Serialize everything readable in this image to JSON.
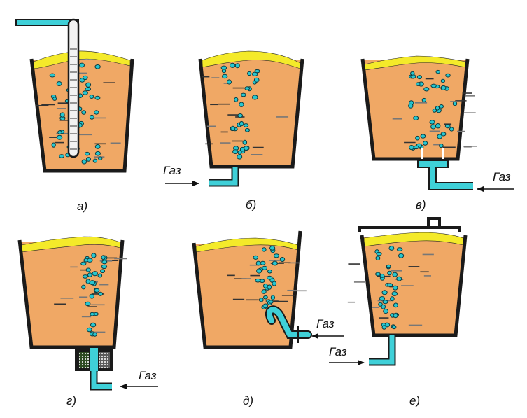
{
  "gas_label": "Газ",
  "colors": {
    "melt": "#f0a865",
    "slag": "#f4ea2a",
    "bubble": "#27c6cf",
    "pipe": "#3fd0d8",
    "wall": "#1a1a1a",
    "porous_dark": "#2d4b22"
  },
  "panels": [
    {
      "id": "a",
      "caption": "а)",
      "injection": "top lance"
    },
    {
      "id": "b",
      "caption": "б)",
      "injection": "bottom tuyere"
    },
    {
      "id": "v",
      "caption": "в)",
      "injection": "bottom multi-nozzle"
    },
    {
      "id": "g",
      "caption": "г)",
      "injection": "porous plug"
    },
    {
      "id": "d",
      "caption": "д)",
      "injection": "side tuyere"
    },
    {
      "id": "e",
      "caption": "е)",
      "injection": "bottom tuyere with lid"
    }
  ]
}
